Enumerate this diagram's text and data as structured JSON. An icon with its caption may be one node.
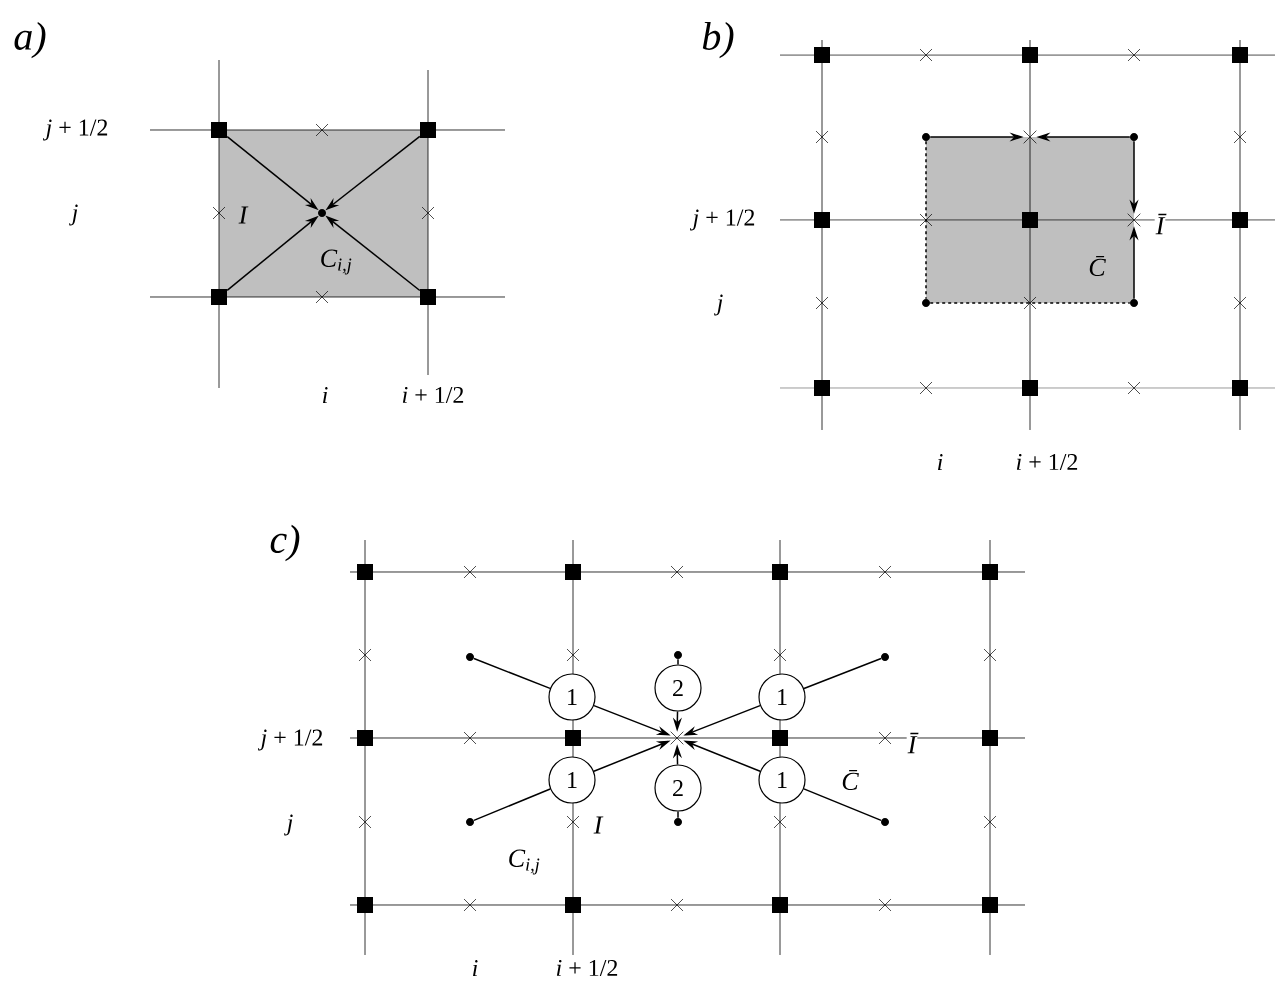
{
  "diagram": {
    "nodes": [
      {
        "text": [],
        "shape": "box"
      },
      {
        "text": [],
        "shape": "box"
      },
      {
        "text": [],
        "shape": "box"
      },
      {
        "text": [],
        "shape": "box"
      },
      {
        "text": [],
        "shape": "circle"
      },
      {
        "text": [],
        "shape": "circle"
      },
      {
        "text": [],
        "shape": "cross"
      },
      {
        "text": [],
        "shape": "circle"
      },
      {
        "text": [],
        "shape": "cross"
      },
      {
        "text": [],
        "shape": "circle"
      },
      {
        "text": [],
        "shape": "circle"
      },
      {
        "text": [],
        "shape": "circle"
      },
      {
        "text": [],
        "shape": "circle"
      },
      {
        "text": [],
        "shape": "circle"
      },
      {
        "text": [
          "1"
        ]
      },
      {
        "text": [
          "2"
        ]
      },
      {
        "text": [
          "1"
        ]
      },
      {
        "text": [],
        "shape": "cross"
      },
      {
        "text": [
          "1"
        ]
      },
      {
        "text": [
          "2"
        ]
      },
      {
        "text": [
          "1"
        ]
      },
      {
        "text": [],
        "shape": "circle"
      },
      {
        "text": [],
        "shape": "circle"
      },
      {
        "text": [],
        "shape": "circle"
      }
    ],
    "edges": [
      {
        "from": 0,
        "to": 4,
        "arrow": "to"
      },
      {
        "from": 1,
        "to": 4,
        "arrow": "to"
      },
      {
        "from": 2,
        "to": 4,
        "arrow": "to"
      },
      {
        "from": 3,
        "to": 4,
        "arrow": "to"
      },
      {
        "from": 5,
        "to": 6,
        "arrow": "to"
      },
      {
        "from": 7,
        "to": 6,
        "arrow": "to"
      },
      {
        "from": 7,
        "to": 8,
        "arrow": "to"
      },
      {
        "from": 10,
        "to": 8,
        "arrow": "to"
      },
      {
        "from": 5,
        "to": 9,
        "arrow": "none",
        "style": "dashed"
      },
      {
        "from": 9,
        "to": 10,
        "arrow": "none",
        "style": "dashed"
      },
      {
        "from": 11,
        "to": 14,
        "arrow": "none"
      },
      {
        "from": 14,
        "to": 17,
        "arrow": "to"
      },
      {
        "from": 12,
        "to": 15,
        "arrow": "none"
      },
      {
        "from": 15,
        "to": 17,
        "arrow": "to"
      },
      {
        "from": 13,
        "to": 16,
        "arrow": "none"
      },
      {
        "from": 16,
        "to": 17,
        "arrow": "to"
      },
      {
        "from": 21,
        "to": 18,
        "arrow": "none"
      },
      {
        "from": 18,
        "to": 17,
        "arrow": "to"
      },
      {
        "from": 22,
        "to": 19,
        "arrow": "none"
      },
      {
        "from": 19,
        "to": 17,
        "arrow": "to"
      },
      {
        "from": 23,
        "to": 20,
        "arrow": "none"
      },
      {
        "from": 20,
        "to": 17,
        "arrow": "to"
      }
    ],
    "labels": [
      "a)",
      "*j* + 1/2",
      "j",
      "I",
      "C$_{i,j}$",
      "i",
      "*i* + 1/2",
      "b)",
      "*j* + 1/2",
      "Ī",
      "j",
      "C̄",
      "i",
      "*i* + 1/2",
      "c)",
      "*j* + 1/2",
      "Ī",
      "j",
      "I",
      "C$_{i,j}$",
      "C̄",
      "i",
      "*i* + 1/2"
    ]
  }
}
